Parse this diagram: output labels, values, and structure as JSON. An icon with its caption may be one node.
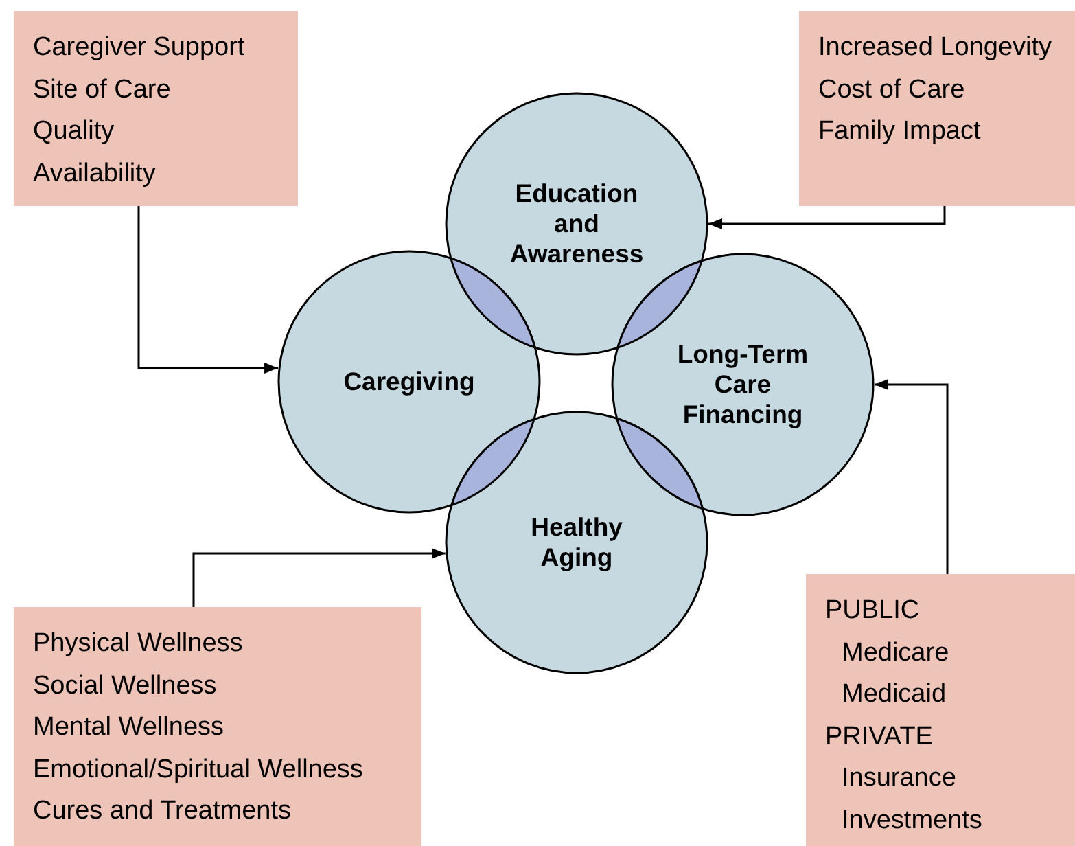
{
  "diagram": {
    "nodes": [
      {
        "text": [
          "Caregiver Support",
          "Site of Care",
          "Quality",
          "Availability"
        ]
      },
      {
        "text": [
          "Increased Longevity",
          "Cost of Care",
          "Family Impact"
        ]
      },
      {
        "text": [
          "Education and Awareness"
        ]
      },
      {
        "text": [
          "Caregiving"
        ]
      },
      {
        "text": [
          "Long-Term Care Financing"
        ]
      },
      {
        "text": [
          "Healthy Aging"
        ]
      },
      {
        "text": [
          "Physical Wellness",
          "Social Wellness",
          "Mental Wellness",
          "Emotional/Spiritual Wellness",
          "Cures and Treatments"
        ]
      },
      {
        "text": [
          "PUBLIC",
          "Medicare",
          "Medicaid",
          "PRIVATE",
          "Insurance",
          "Investments"
        ]
      }
    ],
    "edges": [
      {
        "from": 0,
        "to": 3,
        "arrow": "to"
      },
      {
        "from": 1,
        "to": 2,
        "arrow": "to"
      },
      {
        "from": 7,
        "to": 4,
        "arrow": "to"
      },
      {
        "from": 6,
        "to": 5,
        "arrow": "to"
      }
    ]
  }
}
